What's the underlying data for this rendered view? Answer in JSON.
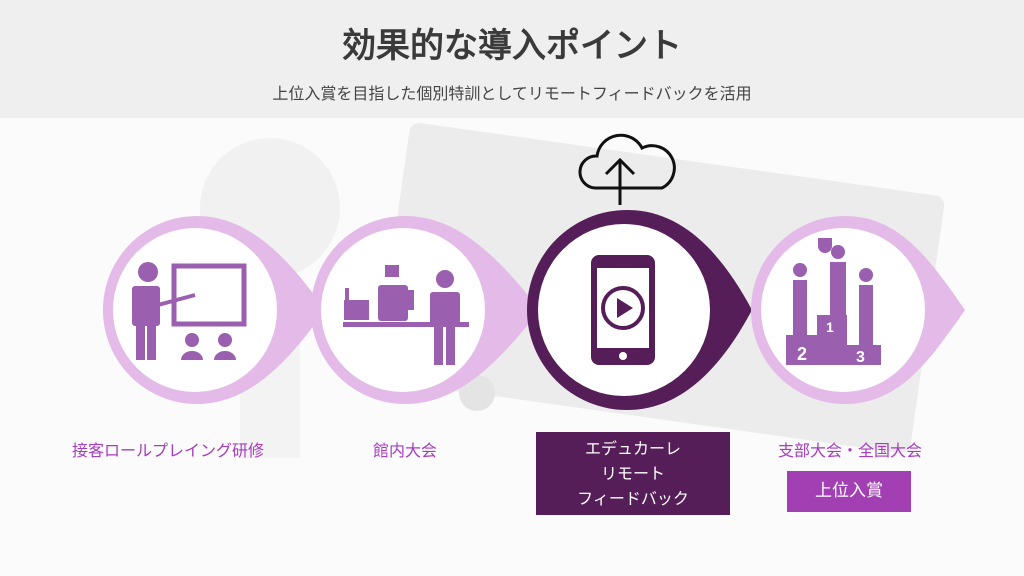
{
  "header": {
    "title": "効果的な導入ポイント",
    "subtitle": "上位入賞を目指した個別特訓としてリモートフィードバックを活用"
  },
  "steps": [
    {
      "label": "接客ロールプレイング研修",
      "icon": "presentation-icon"
    },
    {
      "label": "館内大会",
      "icon": "reception-counter-icon"
    },
    {
      "label_lines": [
        "エデュカーレ",
        "リモート",
        "フィードバック"
      ],
      "icon": "smartphone-video-icon"
    },
    {
      "label": "支部大会・全国大会",
      "icon": "podium-icon",
      "badge": "上位入賞"
    }
  ],
  "colors": {
    "light": "#e4bbe8",
    "dark": "#561e58",
    "icon": "#9a5fae",
    "text": "#a63cc0",
    "badge": "#a13fb3"
  }
}
